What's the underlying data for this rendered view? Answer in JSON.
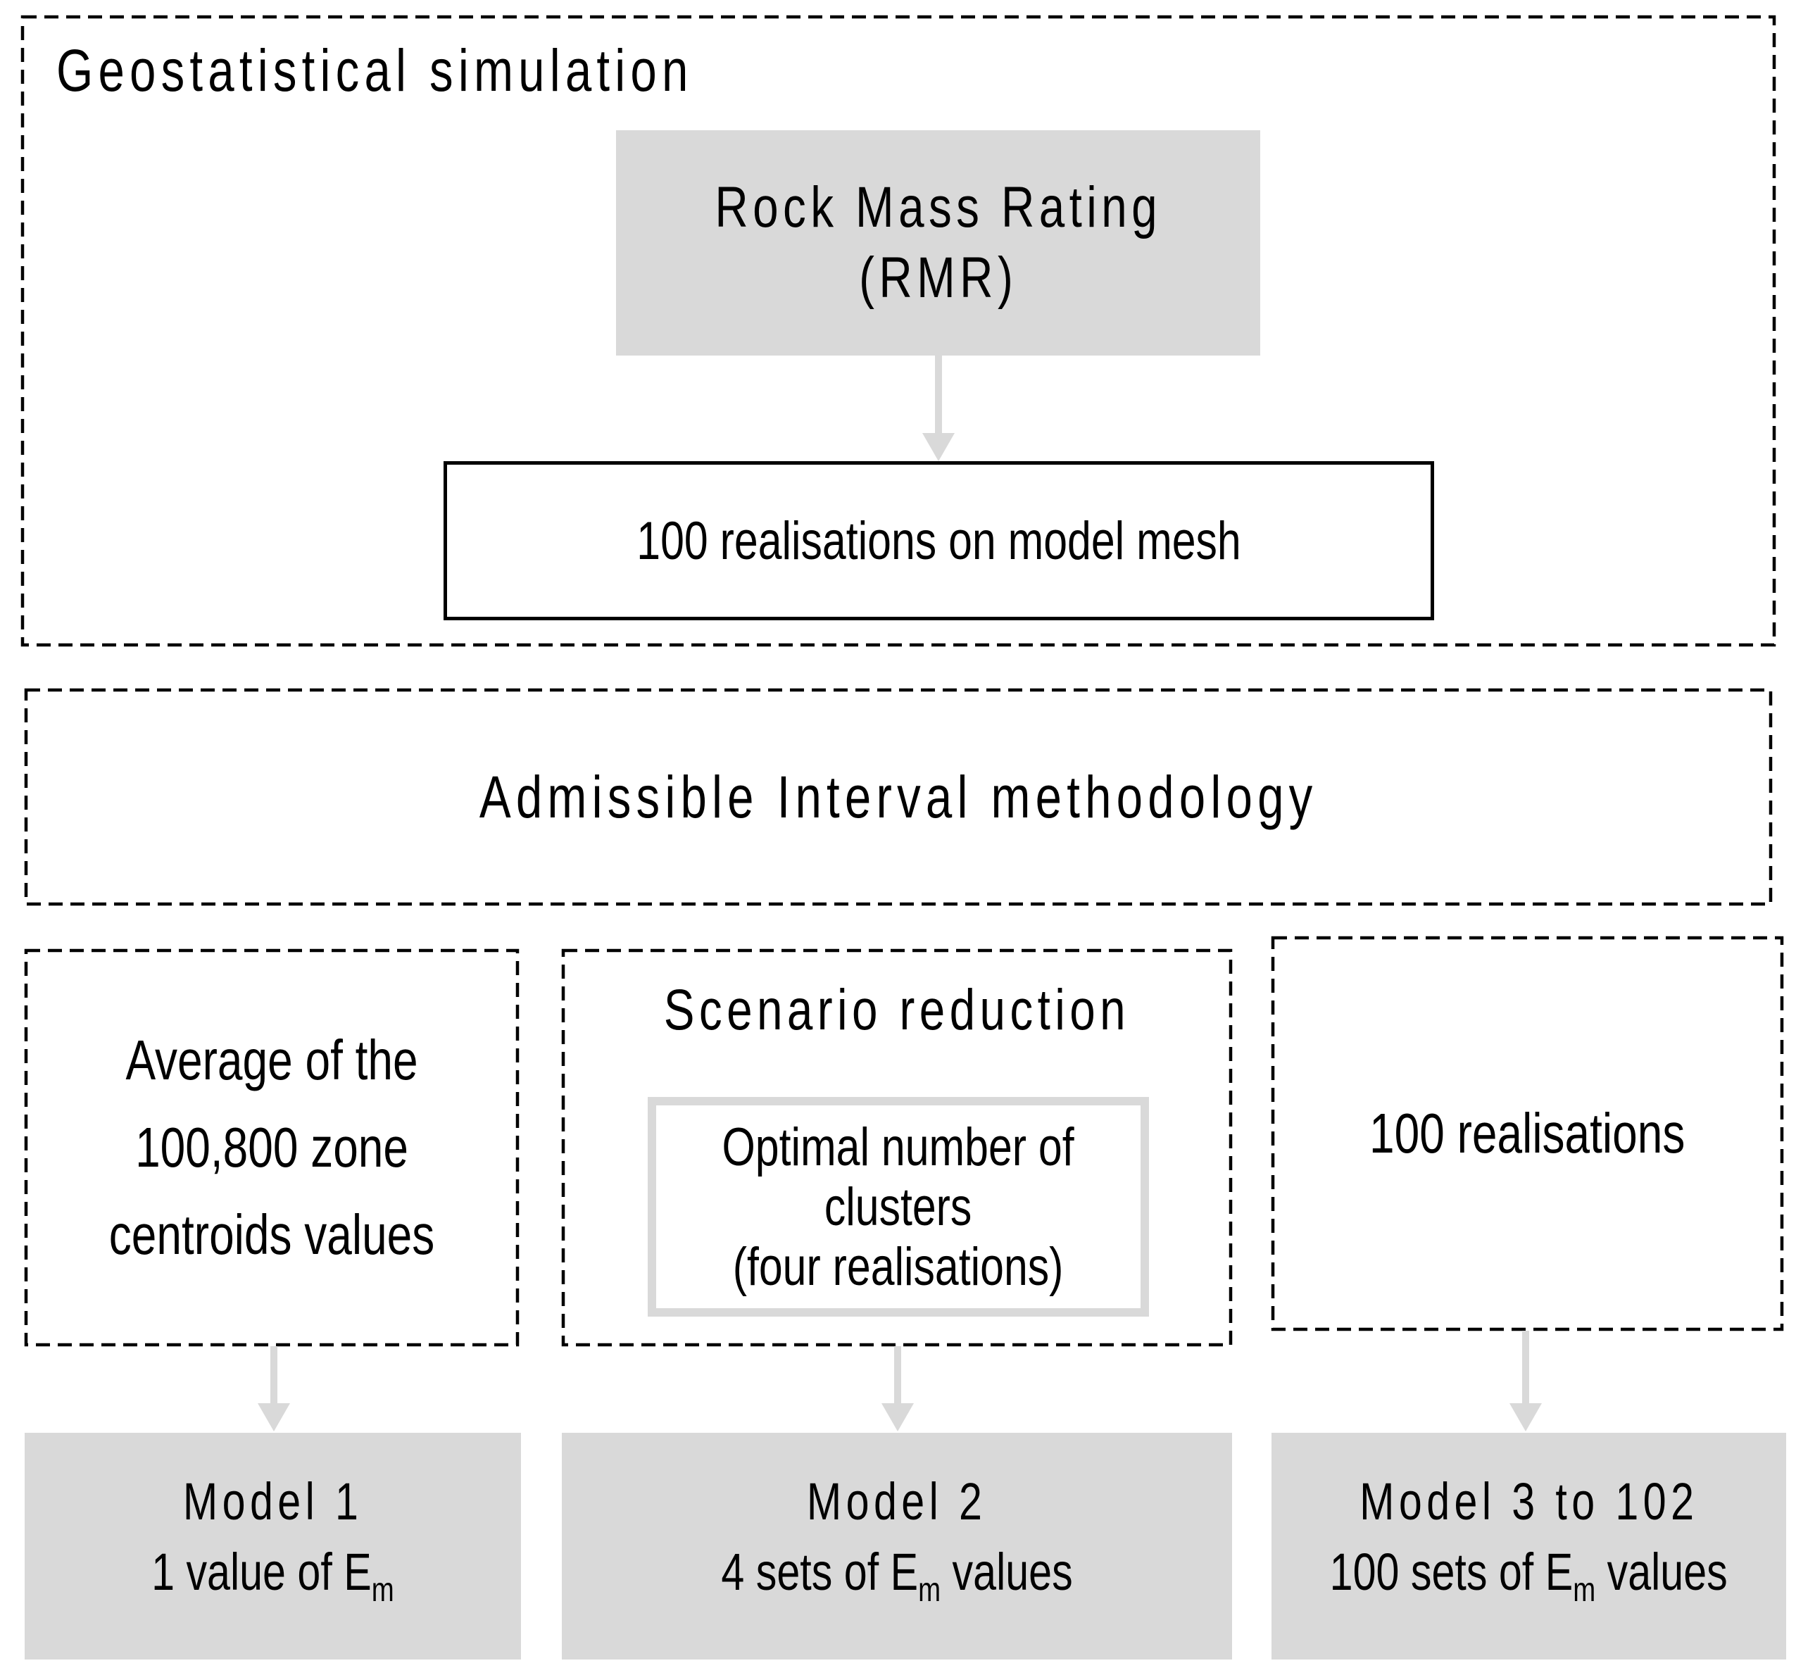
{
  "figure": {
    "type": "flow-diagram",
    "background": "#ffffff",
    "colors": {
      "gray_fill": "#d9d9d9",
      "arrow_gray": "#d9d9d9",
      "dashed_border": "#000000",
      "solid_border": "#000000",
      "inner_gray_border": "#d9d9d9",
      "text": "#000000"
    }
  },
  "geostatistical_section": {
    "title": "Geostatistical simulation",
    "rmr_box": {
      "line1": "Rock Mass Rating",
      "line2": "(RMR)"
    },
    "mesh_box": {
      "label": "100 realisations on model mesh"
    }
  },
  "admissible_section": {
    "title": "Admissible Interval methodology"
  },
  "branches": {
    "average": {
      "line1": "Average of the",
      "line2": "100,800 zone",
      "line3": "centroids values"
    },
    "scenario": {
      "title": "Scenario reduction",
      "optimal_box": {
        "line1": "Optimal number of",
        "line2": "clusters",
        "line3": "(four realisations)"
      }
    },
    "realisations": {
      "label": "100 realisations"
    }
  },
  "models": [
    {
      "title": "Model 1",
      "detail_prefix": "1 value of E",
      "detail_sub": "m",
      "detail_suffix": ""
    },
    {
      "title": "Model 2",
      "detail_prefix": "4 sets of E",
      "detail_sub": "m",
      "detail_suffix": " values"
    },
    {
      "title": "Model 3 to 102",
      "detail_prefix": "100 sets of E",
      "detail_sub": "m",
      "detail_suffix": " values"
    }
  ]
}
